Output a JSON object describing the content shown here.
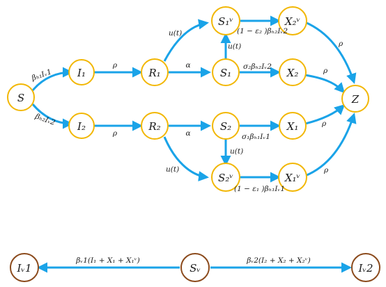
{
  "colors": {
    "node_stroke": "#f2b705",
    "vector_node_stroke": "#8b4a1c",
    "arrow": "#1aa3e8",
    "text": "#1a1a1a",
    "background": "#ffffff"
  },
  "nodes": {
    "S": "S",
    "I1": "I₁",
    "I2": "I₂",
    "R1": "R₁",
    "R2": "R₂",
    "S1": "S₁",
    "S2": "S₂",
    "S1V": "S₁ᵛ",
    "S2V": "S₂ᵛ",
    "X1": "X₁",
    "X2": "X₂",
    "X1V": "X₁ᵛ",
    "X2V": "X₂ᵛ",
    "Z": "Z",
    "Iv1": "Iᵥ1",
    "Sv": "Sᵥ",
    "Iv2": "Iᵥ2"
  },
  "edges": {
    "S_I1": "βₕ₁Iᵥ1",
    "S_I2": "βₕ₂Iᵥ2",
    "I1_R1": "ρ",
    "I2_R2": "ρ",
    "R1_S1": "α",
    "R2_S2": "α",
    "R1_S1V": "u(t)",
    "R2_S2V": "u(t)",
    "S1_S1V": "u(t)",
    "S2_S2V": "u(t)",
    "S1V_X2V": "(1 − ε₂ )βₕ₂Iᵥ2",
    "S1_X2": "σ₂βₕ₂Iᵥ2",
    "S2_X1": "σ₁βₕ₁Iᵥ1",
    "S2V_X1V": "(1 − ε₁ )βₕ₁Iᵥ1",
    "X2V_Z": "ρ",
    "X2_Z": "ρ",
    "X1_Z": "ρ",
    "X1V_Z": "ρ",
    "Sv_Iv1": "βᵥ1(I₁ + X₁ + X₁ᵛ)",
    "Sv_Iv2": "βᵥ2(I₂ + X₂ + X₂ᵛ)"
  }
}
